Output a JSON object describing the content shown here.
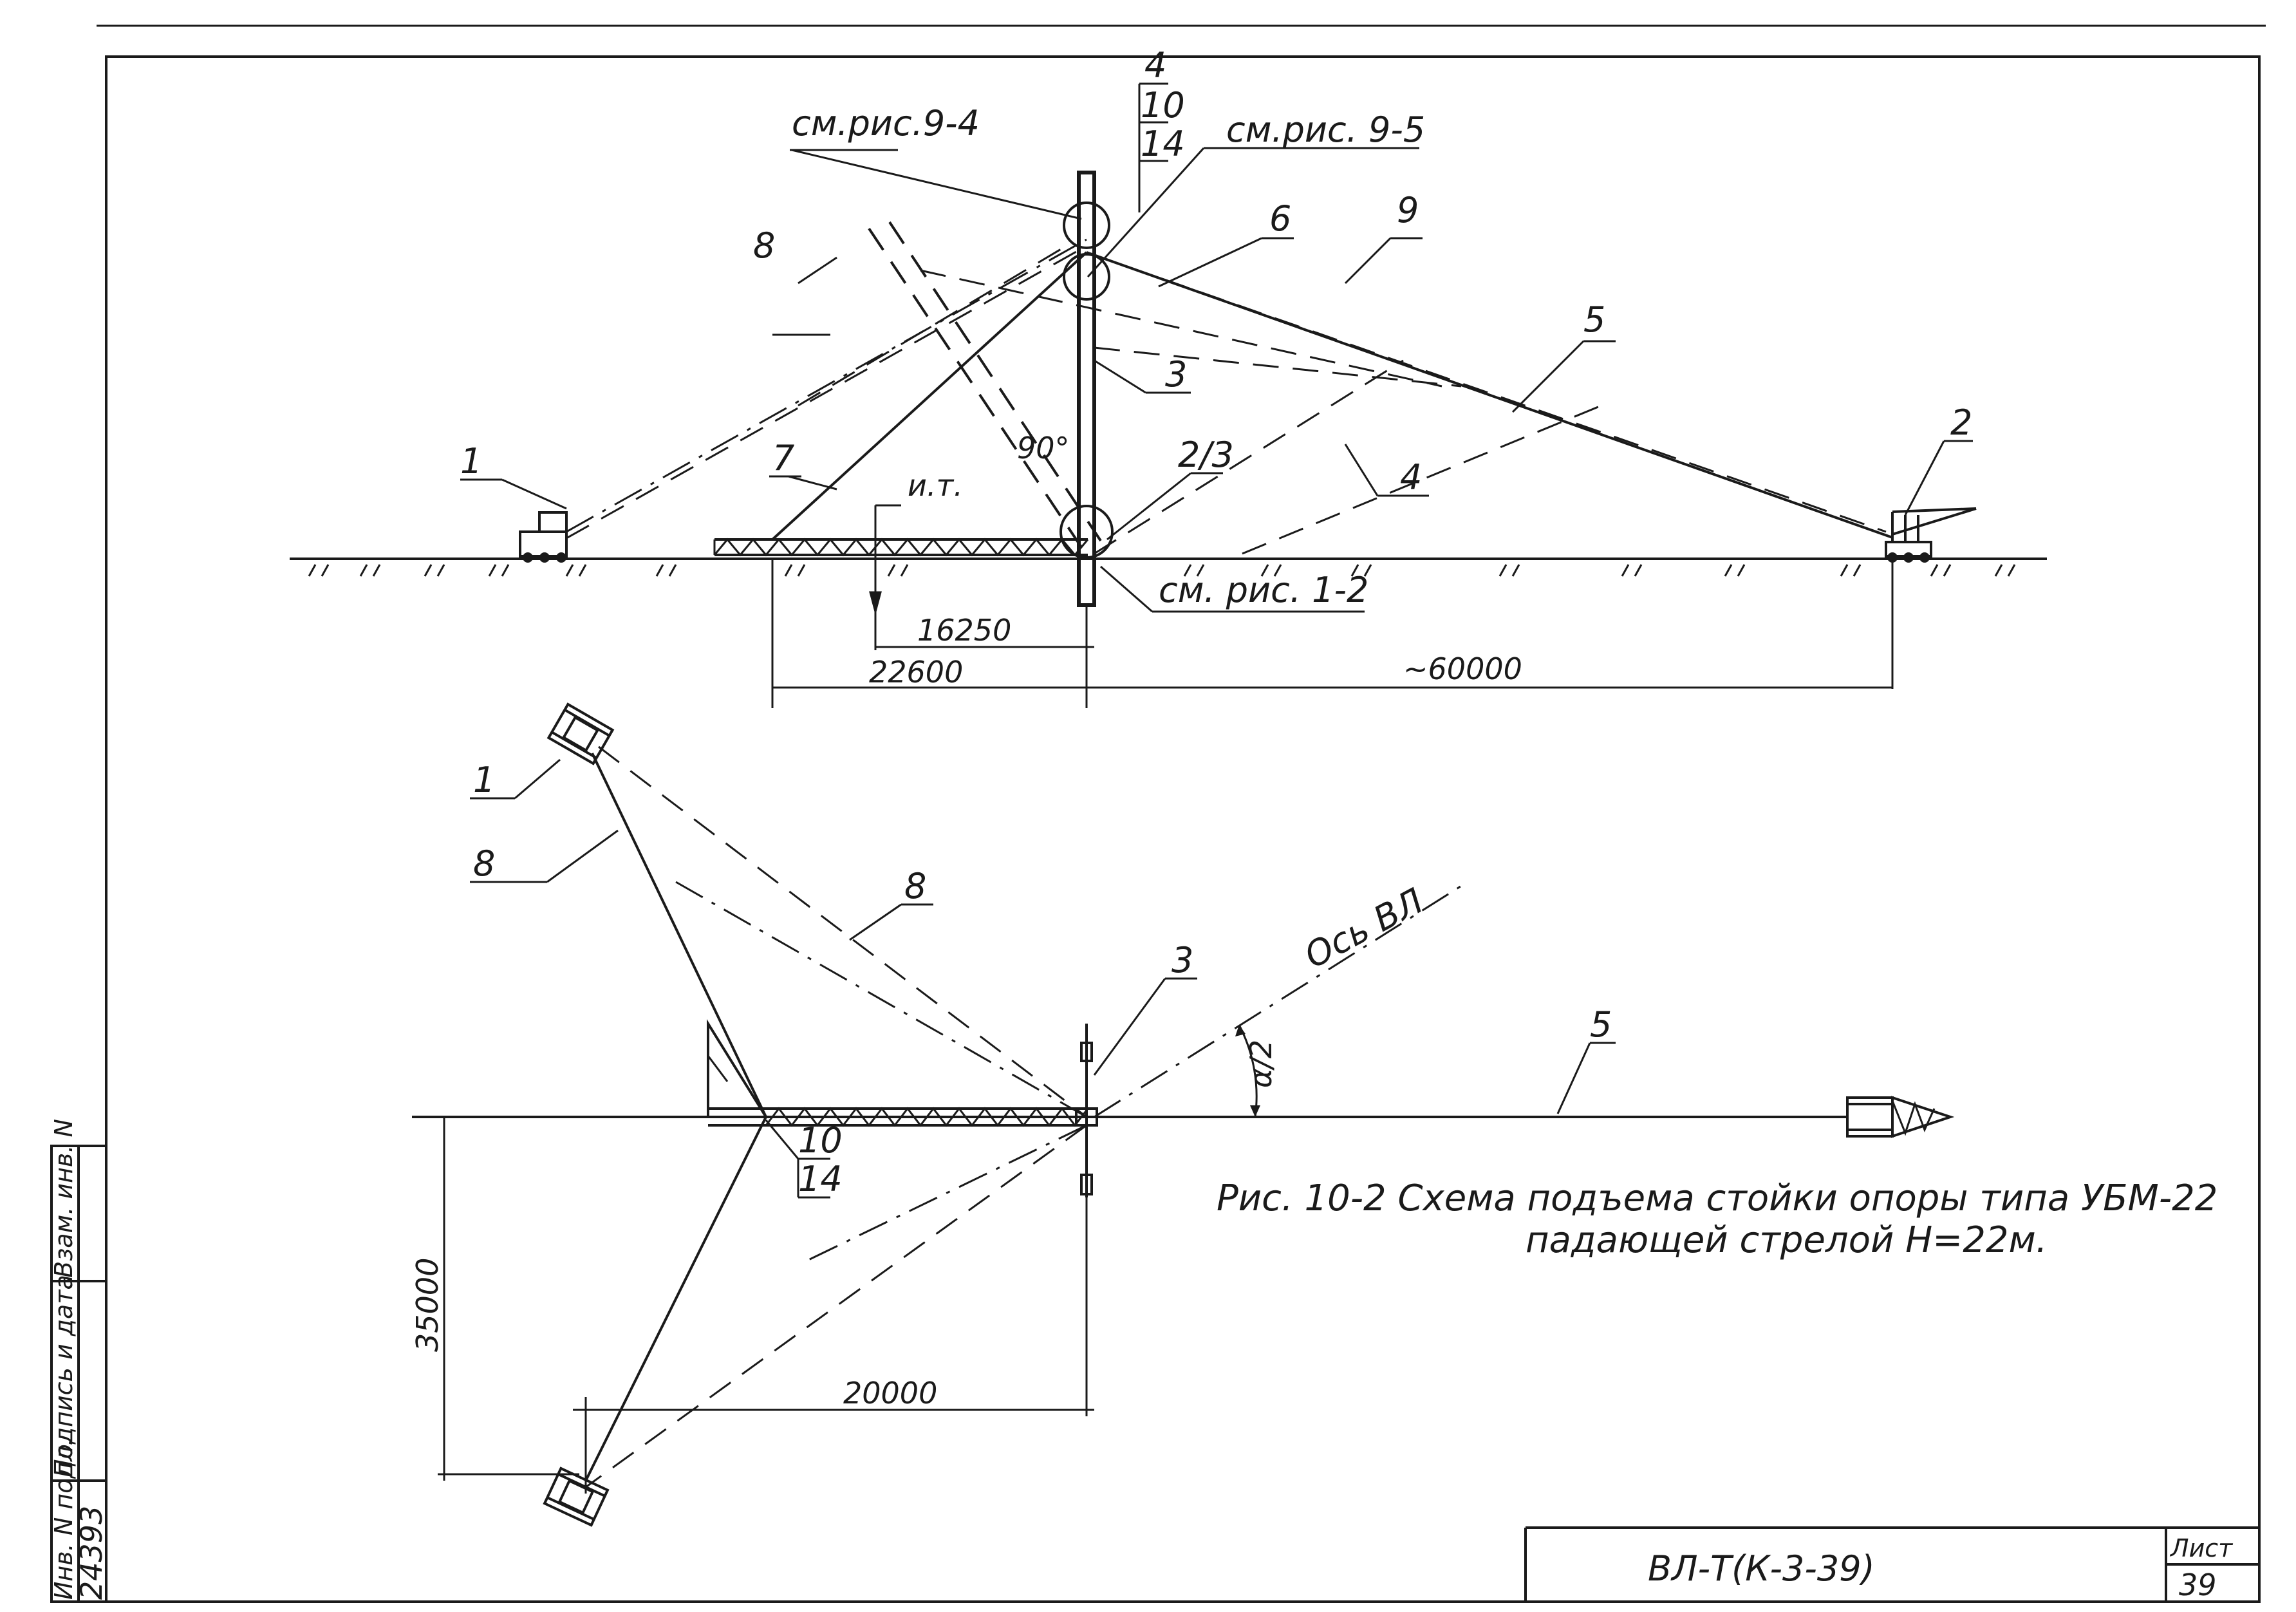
{
  "sheet": {
    "designation": "ВЛ-Т(К-3-39)",
    "sheet_label": "Лист",
    "sheet_number": "39"
  },
  "side_stamp": {
    "inv_label": "Инв. N подл.",
    "sign_label": "Подпись и дата",
    "replace_label": "Взам. инв. N",
    "inv_number": "24393"
  },
  "caption": {
    "line1": "Рис. 10-2 Схема подъема стойки опоры типа УБМ-22",
    "line2": "падающей стрелой Н=22м."
  },
  "elevation": {
    "refs": [
      "см.рис.9-4",
      "см.рис. 9-5",
      "см. рис. 1-2"
    ],
    "callouts": [
      "4",
      "10",
      "14",
      "6",
      "9",
      "8",
      "3",
      "5",
      "2/3",
      "4",
      "7",
      "1",
      "2"
    ],
    "angle": "90°",
    "center_mark": "и.т.",
    "dims": [
      "16250",
      "22600",
      "~60000"
    ]
  },
  "plan": {
    "callouts": [
      "1",
      "8",
      "8",
      "3",
      "5",
      "10",
      "14"
    ],
    "axis_label": "Ось ВЛ",
    "angle_label": "α/2",
    "dims": [
      "35000",
      "20000"
    ]
  }
}
